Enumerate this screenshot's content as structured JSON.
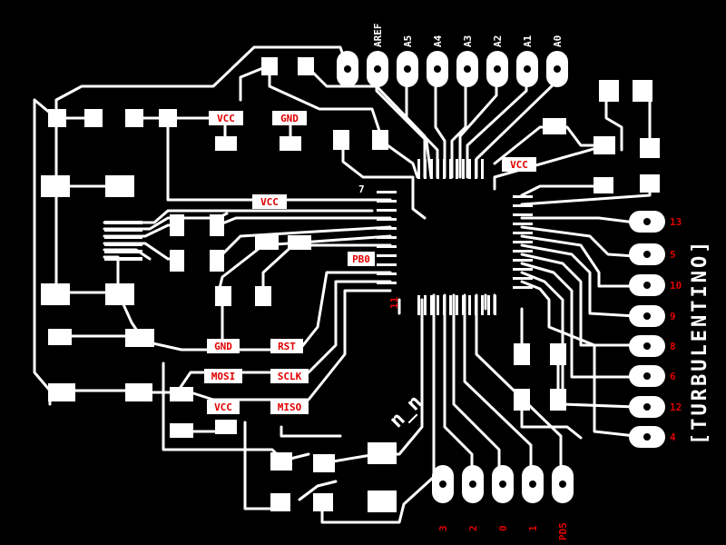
{
  "board": {
    "title": "[TURBULENTINO]",
    "emoticon": "n_n",
    "colors": {
      "background": "#000000",
      "copper": "#ffffff",
      "label_box": "#ffffff",
      "label_text": "#e00000"
    }
  },
  "labels": {
    "vcc_top": "VCC",
    "gnd_top": "GND",
    "vcc_mid": "VCC",
    "vcc_chip": "VCC",
    "pb0": "PB0",
    "gnd_low": "GND",
    "rst": "RST",
    "mosi": "MOSI",
    "sclk": "SCLK",
    "vcc_low": "VCC",
    "miso": "MISO",
    "pin7": "7",
    "pin11": "11"
  },
  "header_top": [
    "AREF",
    "A5",
    "A4",
    "A3",
    "A2",
    "A1",
    "A0"
  ],
  "header_right": [
    "13",
    "5",
    "10",
    "9",
    "8",
    "6",
    "12",
    "4"
  ],
  "header_bottom": [
    "3",
    "2",
    "0",
    "1",
    "PD5"
  ]
}
